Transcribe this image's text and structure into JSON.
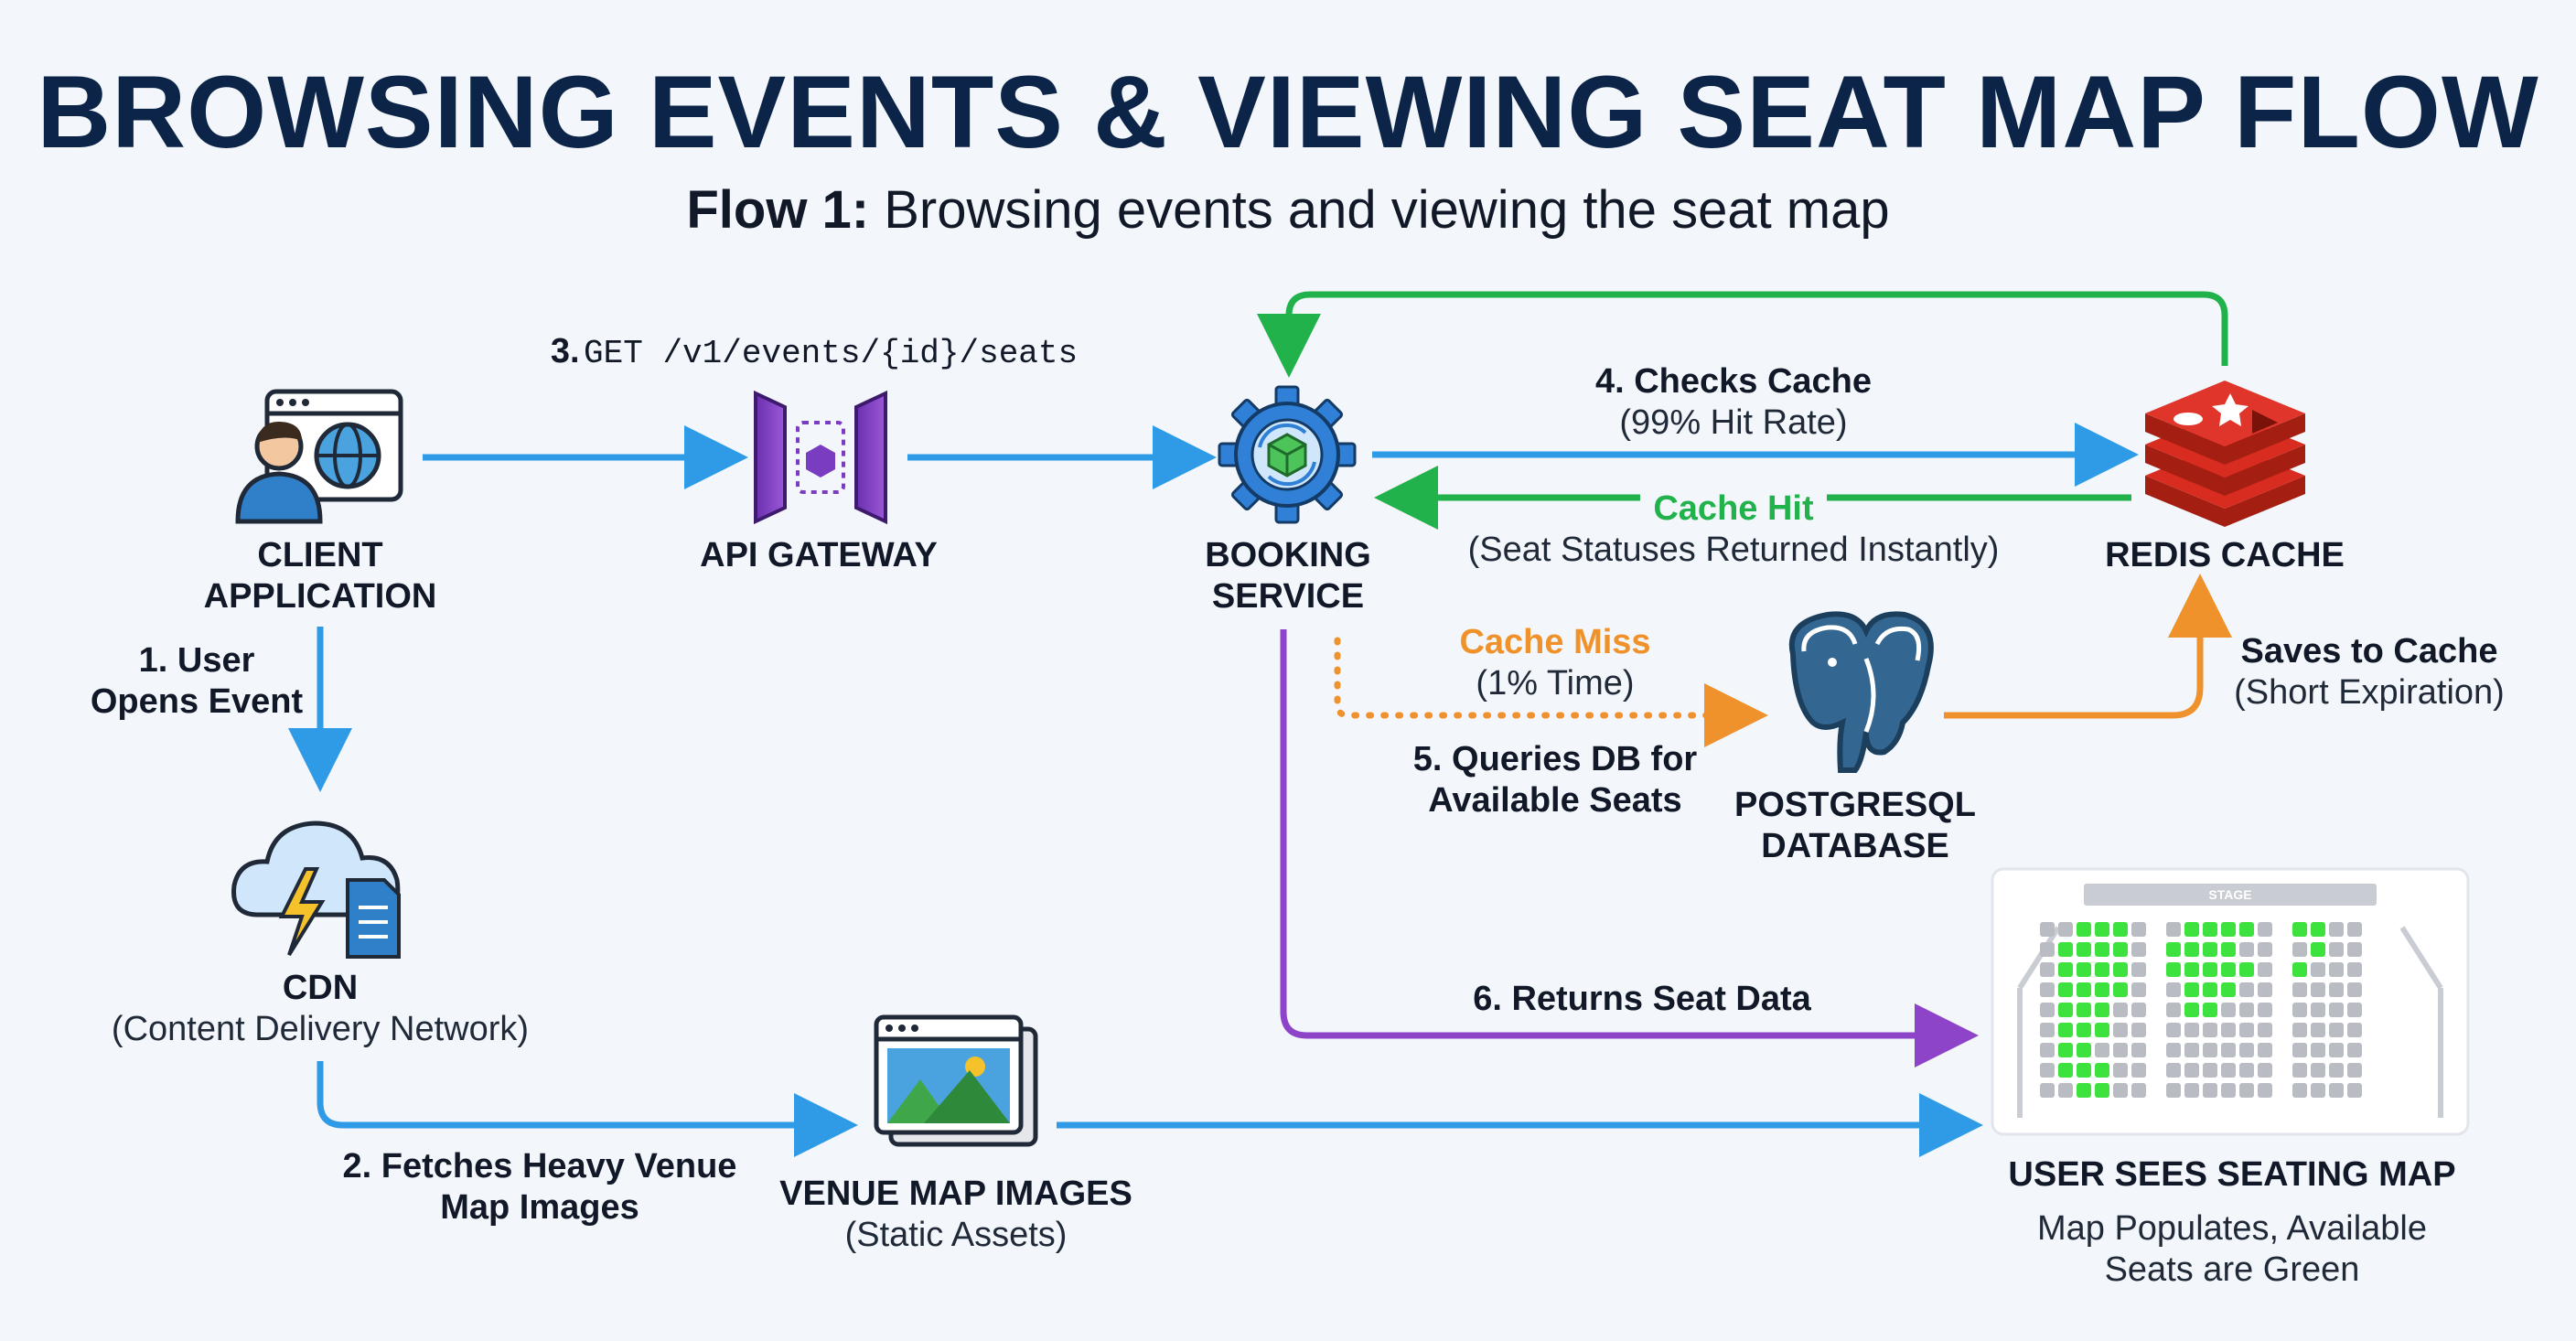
{
  "header": {
    "title": "BROWSING EVENTS & VIEWING SEAT MAP FLOW",
    "subtitle_bold": "Flow 1:",
    "subtitle_rest": " Browsing events and viewing the seat map"
  },
  "nodes": {
    "client": {
      "line1": "CLIENT",
      "line2": "APPLICATION"
    },
    "gateway": {
      "label": "API GATEWAY"
    },
    "booking": {
      "line1": "BOOKING",
      "line2": "SERVICE"
    },
    "redis": {
      "label": "REDIS CACHE"
    },
    "postgres": {
      "line1": "POSTGRESQL",
      "line2": "DATABASE"
    },
    "cdn": {
      "label": "CDN",
      "sub": "(Content Delivery Network)"
    },
    "venue": {
      "label": "VENUE MAP IMAGES",
      "sub": "(Static Assets)"
    },
    "seating": {
      "label": "USER SEES SEATING MAP",
      "sub1": "Map Populates, Available",
      "sub2": "Seats are Green",
      "stage": "STAGE"
    }
  },
  "edges": {
    "step1": {
      "line1": "1. User",
      "line2": "Opens Event"
    },
    "step2": {
      "line1": "2. Fetches Heavy Venue",
      "line2": "Map Images"
    },
    "step3": {
      "prefix": "3.",
      "code": "GET /v1/events/{id}/seats"
    },
    "step4": {
      "label": "4. Checks Cache",
      "sub": "(99% Hit Rate)"
    },
    "hit": {
      "label": "Cache Hit",
      "sub": "(Seat Statuses Returned Instantly)"
    },
    "miss": {
      "label": "Cache Miss",
      "sub": "(1% Time)"
    },
    "step5": {
      "line1": "5. Queries DB for",
      "line2": "Available Seats"
    },
    "saves": {
      "label": "Saves to Cache",
      "sub": "(Short Expiration)"
    },
    "step6": {
      "label": "6. Returns Seat Data"
    }
  },
  "colors": {
    "blue": "#2f9be6",
    "green": "#22b24c",
    "orange": "#f0922b",
    "purple": "#8e44c9",
    "seat_available": "#3ee23e",
    "seat_taken": "#b9bcc2"
  },
  "seat_map": {
    "rows": [
      [
        0,
        0,
        1,
        1,
        1,
        0,
        0,
        1,
        1,
        1,
        1,
        0,
        1,
        1,
        0,
        0
      ],
      [
        0,
        1,
        1,
        1,
        1,
        0,
        1,
        1,
        1,
        1,
        0,
        0,
        0,
        1,
        0,
        0
      ],
      [
        0,
        1,
        1,
        1,
        1,
        0,
        1,
        1,
        1,
        1,
        1,
        0,
        1,
        0,
        0,
        0
      ],
      [
        0,
        1,
        1,
        1,
        1,
        0,
        0,
        1,
        1,
        1,
        0,
        0,
        0,
        0,
        0,
        0
      ],
      [
        0,
        1,
        1,
        1,
        0,
        0,
        0,
        1,
        1,
        0,
        0,
        0,
        0,
        0,
        0,
        0
      ],
      [
        0,
        1,
        1,
        1,
        0,
        0,
        0,
        0,
        0,
        0,
        0,
        0,
        0,
        0,
        0,
        0
      ],
      [
        0,
        1,
        1,
        0,
        0,
        0,
        0,
        0,
        0,
        0,
        0,
        0,
        0,
        0,
        0,
        0
      ],
      [
        0,
        1,
        1,
        1,
        0,
        0,
        0,
        0,
        0,
        0,
        0,
        0,
        0,
        0,
        0,
        0
      ],
      [
        0,
        0,
        1,
        1,
        0,
        0,
        0,
        0,
        0,
        0,
        0,
        0,
        0,
        0,
        0,
        0
      ]
    ]
  },
  "icons": {
    "client": "user-globe-icon",
    "gateway": "api-gateway-icon",
    "booking": "gear-cube-icon",
    "redis": "redis-icon",
    "postgres": "postgres-elephant-icon",
    "cdn": "cloud-bolt-icon",
    "venue": "image-window-icon"
  }
}
